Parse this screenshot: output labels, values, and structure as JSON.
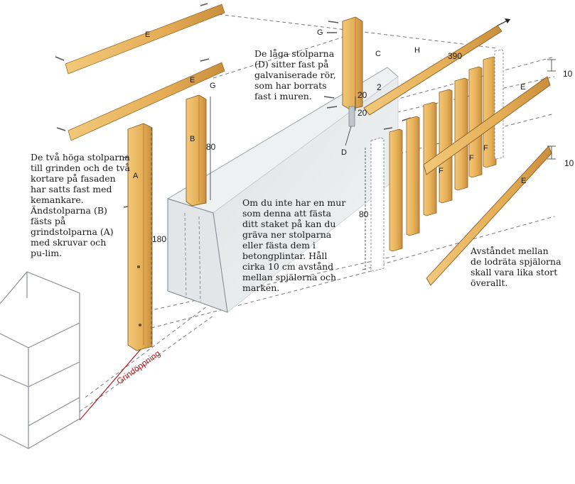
{
  "labels": {
    "A": "A",
    "B": "B",
    "C": "C",
    "D": "D",
    "E": "E",
    "F": "F",
    "G": "G",
    "H": "H"
  },
  "dimensions": {
    "h180": "180",
    "h80_post": "80",
    "h80_fence": "80",
    "len390": "390",
    "d2": "2",
    "d20a": "20",
    "d20b": "20",
    "d10a": "10",
    "d10b": "10"
  },
  "gate_opening": "Grindöppning",
  "notes": {
    "low_posts": "De låga stolparna\n(D) sitter fast på\ngalvaniserade rör,\nsom har borrats\nfast i muren.",
    "high_posts": "De två höga stolparna\ntill grinden och de två\nkortare på fasaden\nhar satts fast med\nkemankare.\nÄndstolparna (B)\nfästs på\ngrindstolparna (A)\nmed skruvar och\npu-lim.",
    "no_wall": "Om du inte har en mur\nsom denna att fästa\nditt staket på kan du\ngräva ner stolparna\neller fästa dem i\nbetongplintar. Håll\ncirka 10 cm avstånd\nmellan spjälorna och\nmarken.",
    "spacing": "Avståndet mellan\nde lodräta spjälorna\nskall vara lika stort\növerallt."
  },
  "colors": {
    "wood": "#e8b760",
    "wood_dark": "#b98131",
    "wall": "#e4e7e8",
    "accent_red": "#b11a1a"
  }
}
